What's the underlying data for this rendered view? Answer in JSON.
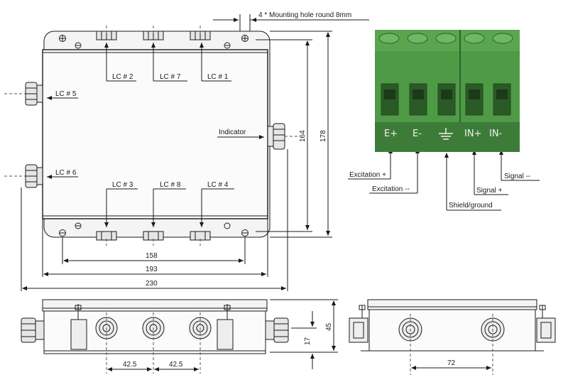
{
  "top_note": "4 * Mounting hole round 8mm",
  "channels": {
    "lc2": "LC # 2",
    "lc7": "LC # 7",
    "lc1": "LC # 1",
    "lc5": "LC # 5",
    "lc6": "LC # 6",
    "lc3": "LC # 3",
    "lc8": "LC # 8",
    "lc4": "LC # 4",
    "indicator": "Indicator"
  },
  "dimensions": {
    "d158": "158",
    "d193": "193",
    "d230": "230",
    "d164": "164",
    "d178": "178",
    "d42a": "42.5",
    "d42b": "42.5",
    "d17": "17",
    "d45": "45",
    "d72": "72"
  },
  "terminal": {
    "markings": [
      "E+",
      "E-",
      "IN+",
      "IN-"
    ],
    "legend": {
      "excitation_plus": "Excitation +",
      "excitation_minus": "Excitation --",
      "shield": "Shield/ground",
      "signal_plus": "Signal +",
      "signal_minus": "Signal --"
    }
  },
  "colors": {
    "enclosure_fill": "#f1f1f1",
    "line": "#1a1a1a",
    "terminal_green": "#58a54f",
    "terminal_dark": "#2f6a2c"
  }
}
